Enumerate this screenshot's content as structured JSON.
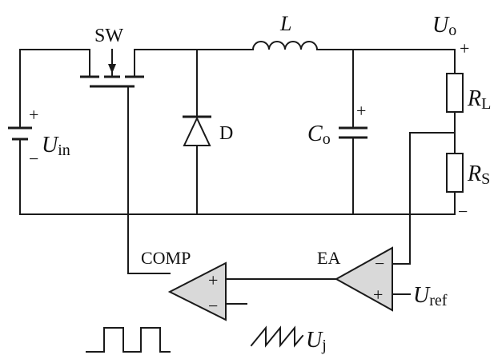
{
  "labels": {
    "sw": "SW",
    "inductor": "L",
    "out_node": "U",
    "out_node_sub": "o",
    "out_plus": "+",
    "out_minus": "−",
    "in_plus": "+",
    "in_minus": "−",
    "uin": "U",
    "uin_sub": "in",
    "diode": "D",
    "cap": "C",
    "cap_sub": "o",
    "cap_plus": "+",
    "rl": "R",
    "rl_sub": "L",
    "rs": "R",
    "rs_sub": "S",
    "comp": "COMP",
    "ea": "EA",
    "comp_plus": "+",
    "comp_minus": "−",
    "ea_minus": "−",
    "ea_plus": "+",
    "uref": "U",
    "uref_sub": "ref",
    "ramp": "U",
    "ramp_sub": "j"
  }
}
